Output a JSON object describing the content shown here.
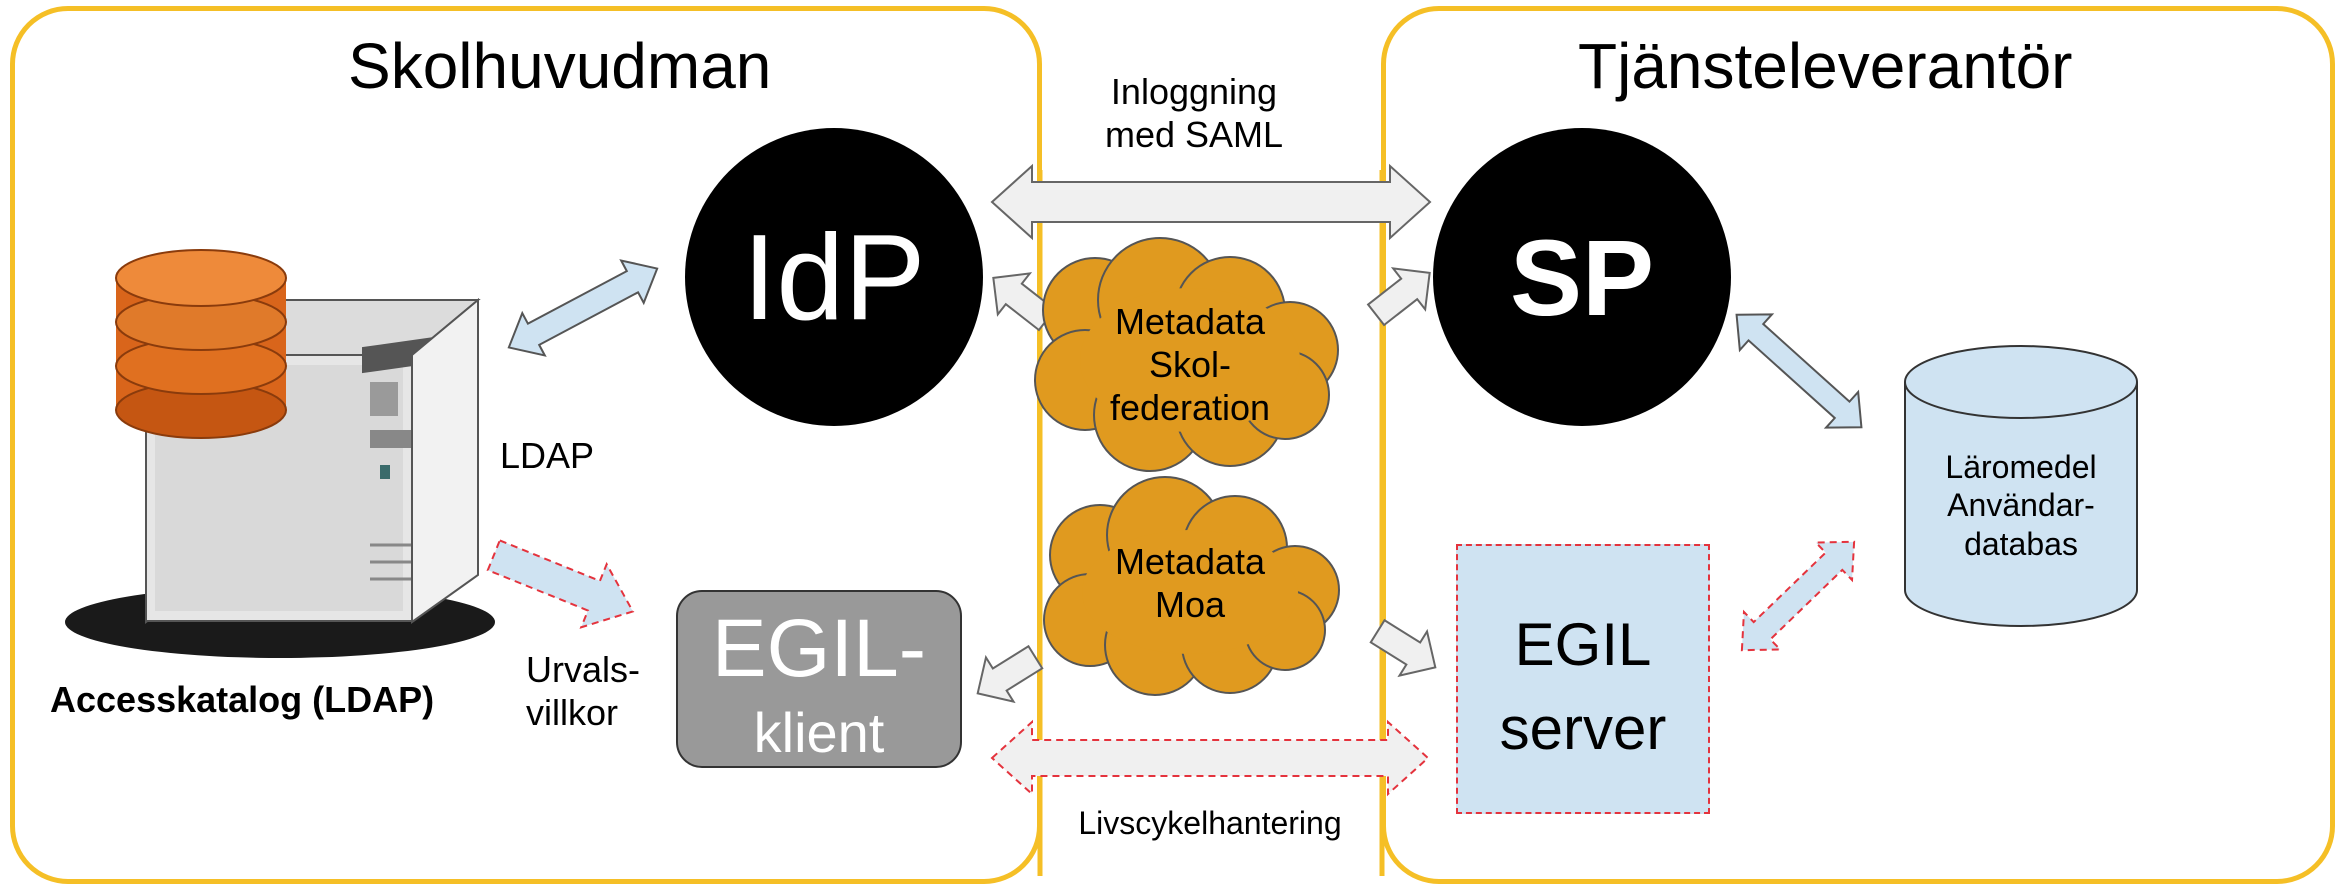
{
  "left_panel": {
    "title": "Skolhuvudman"
  },
  "right_panel": {
    "title": "Tjänsteleverantör"
  },
  "idp": {
    "label": "IdP"
  },
  "sp": {
    "label": "SP"
  },
  "saml": {
    "line1": "Inloggning",
    "line2": "med SAML"
  },
  "metadata_skolfederation": {
    "line1": "Metadata",
    "line2": "Skol-",
    "line3": "federation"
  },
  "metadata_moa": {
    "line1": "Metadata",
    "line2": "Moa"
  },
  "ldap_label": "LDAP",
  "urval": {
    "line1": "Urvals-",
    "line2": "villkor"
  },
  "server_caption": "Accesskatalog (LDAP)",
  "egil_client": {
    "line1": "EGIL-",
    "line2": "klient"
  },
  "egil_server": {
    "line1": "EGIL",
    "line2": "server"
  },
  "database": {
    "line1": "Läromedel",
    "line2": "Användar-",
    "line3": "databas"
  },
  "lifecycle": "Livscykelhantering",
  "colors": {
    "panel_border": "#f5bf26",
    "cloud": "#e09a1f",
    "arrow_fill": "#cfe3f2",
    "dashed_red": "#e4333d",
    "server_db": "#cfe3f2"
  }
}
